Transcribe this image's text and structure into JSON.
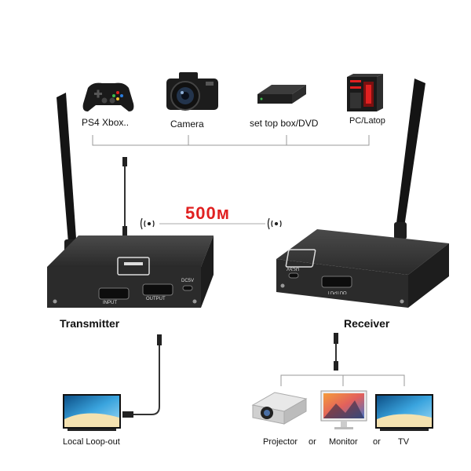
{
  "sources": [
    {
      "label": "PS4 Xbox..",
      "icon": "gamepad-icon"
    },
    {
      "label": "Camera",
      "icon": "camera-icon"
    },
    {
      "label": "set top box/DVD",
      "icon": "set-top-box-icon"
    },
    {
      "label": "PC/Latop",
      "icon": "pc-tower-icon"
    }
  ],
  "distance": "500м",
  "transmitter": {
    "label": "Transmitter",
    "ports": {
      "input": "INPUT",
      "output": "OUTPUT",
      "power": "DC5V"
    }
  },
  "receiver": {
    "label": "Receiver",
    "ports": {
      "power": "DC5V",
      "output": "OUTPUT"
    }
  },
  "local_output": {
    "label": "Local Loop-out"
  },
  "displays": [
    {
      "label": "Projector"
    },
    {
      "label": "Monitor"
    },
    {
      "label": "TV"
    }
  ],
  "separator": "or",
  "colors": {
    "accent": "#e02020",
    "device_body": "#2e2e2e",
    "sky": "#3aa4de"
  }
}
